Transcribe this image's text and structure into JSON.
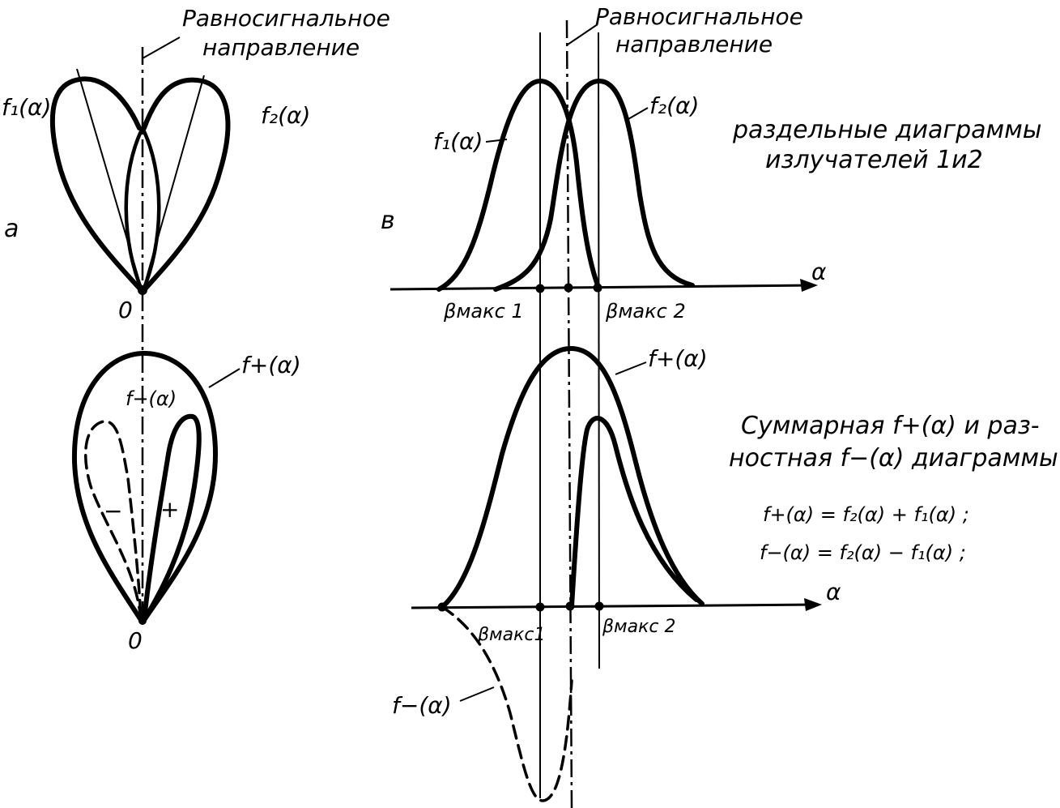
{
  "labels": {
    "eq_dir_a": [
      "Равносигнальное",
      "направление"
    ],
    "eq_dir_b": [
      "Равносигнальное",
      "направление"
    ],
    "panel_a": "а",
    "panel_b": "в",
    "f1": "f₁(α)",
    "f2": "f₂(α)",
    "f1_b": "f₁(α)",
    "f2_b": "f₂(α)",
    "origin_top": "0",
    "origin_bottom": "0",
    "fplus_a": "f+(α)",
    "fminus_a": "f−(α)",
    "minus_sign": "−",
    "plus_sign": "+",
    "separate_caption": [
      "раздельные диаграммы",
      "излучателей 1и2"
    ],
    "alpha_top": "α",
    "alpha_bottom": "α",
    "bmax1_top": "βмакс 1",
    "bmax2_top": "βмакс 2",
    "fplus_b": "f+(α)",
    "sum_caption": [
      "Суммарная f+(α) и раз-",
      "ностная f−(α) диаграммы"
    ],
    "formula1": "f+(α) = f₂(α) + f₁(α) ;",
    "formula2": "f−(α) = f₂(α) − f₁(α) ;",
    "bmax1_bottom": "βмакс1",
    "bmax2_bottom": "βмакс 2",
    "fminus_b": "f−(α)"
  },
  "chart_data": [
    {
      "type": "line",
      "series": [
        {
          "name": "f₁(α)",
          "x": [
            -4,
            -3,
            -2,
            -1,
            0,
            1,
            2,
            3
          ],
          "y": [
            0,
            0.05,
            0.35,
            0.8,
            1.0,
            0.8,
            0.35,
            0.05
          ]
        },
        {
          "name": "f₂(α)",
          "x": [
            -2,
            -1,
            0,
            1,
            2,
            3,
            4,
            5
          ],
          "y": [
            0.05,
            0.35,
            0.8,
            1.0,
            0.8,
            0.35,
            0.05,
            0
          ]
        }
      ],
      "xlabel": "α"
    },
    {
      "type": "line",
      "series": [
        {
          "name": "f+(α)",
          "x": [
            -4,
            -3,
            -2,
            -1,
            0,
            1,
            2,
            3,
            4
          ],
          "y": [
            0,
            0.35,
            0.75,
            1.0,
            1.05,
            1.0,
            0.75,
            0.35,
            0
          ]
        },
        {
          "name": "f−(α)",
          "x": [
            -4,
            -3,
            -2,
            -1,
            0,
            1,
            2,
            3,
            4
          ],
          "y": [
            0,
            -0.2,
            -0.55,
            -0.9,
            0,
            0.9,
            0.55,
            0.2,
            0
          ]
        }
      ],
      "xlabel": "α"
    }
  ]
}
